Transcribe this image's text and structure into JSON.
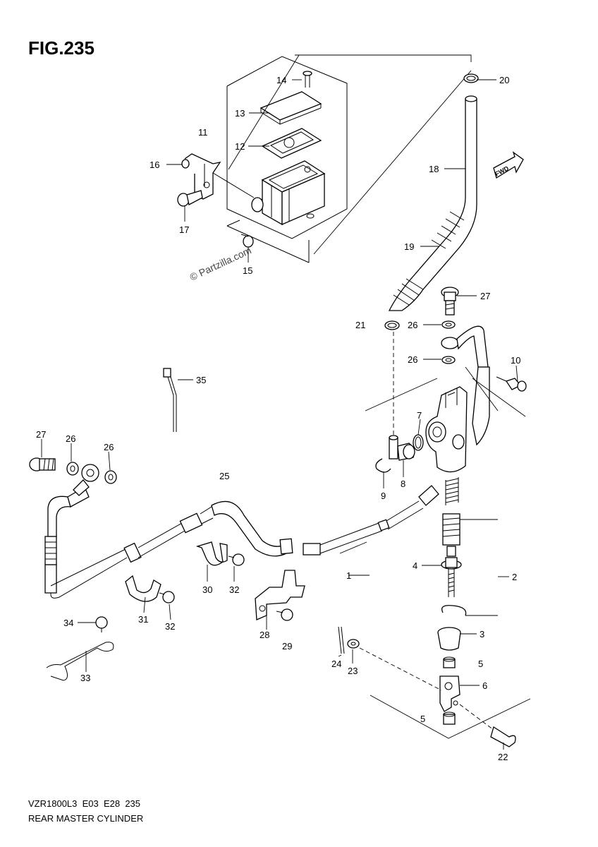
{
  "figure_title": "FIG.235",
  "watermark": "© Partzilla.com",
  "direction_badge": "FWD",
  "footer": {
    "model_code": "VZR1800L3  E03  E28  235",
    "assembly_name": "REAR MASTER CYLINDER"
  },
  "callouts": {
    "c1": "1",
    "c2": "2",
    "c3": "3",
    "c4": "4",
    "c5a": "5",
    "c5b": "5",
    "c6": "6",
    "c7": "7",
    "c8": "8",
    "c9": "9",
    "c10": "10",
    "c11": "11",
    "c12": "12",
    "c13": "13",
    "c14": "14",
    "c15": "15",
    "c16": "16",
    "c17": "17",
    "c18": "18",
    "c19": "19",
    "c20": "20",
    "c21": "21",
    "c22": "22",
    "c23": "23",
    "c24": "24",
    "c25": "25",
    "c26a": "26",
    "c26b": "26",
    "c26c": "26",
    "c26d": "26",
    "c27a": "27",
    "c27b": "27",
    "c28": "28",
    "c29": "29",
    "c30": "30",
    "c31": "31",
    "c32a": "32",
    "c32b": "32",
    "c33": "33",
    "c34": "34",
    "c35": "35"
  }
}
